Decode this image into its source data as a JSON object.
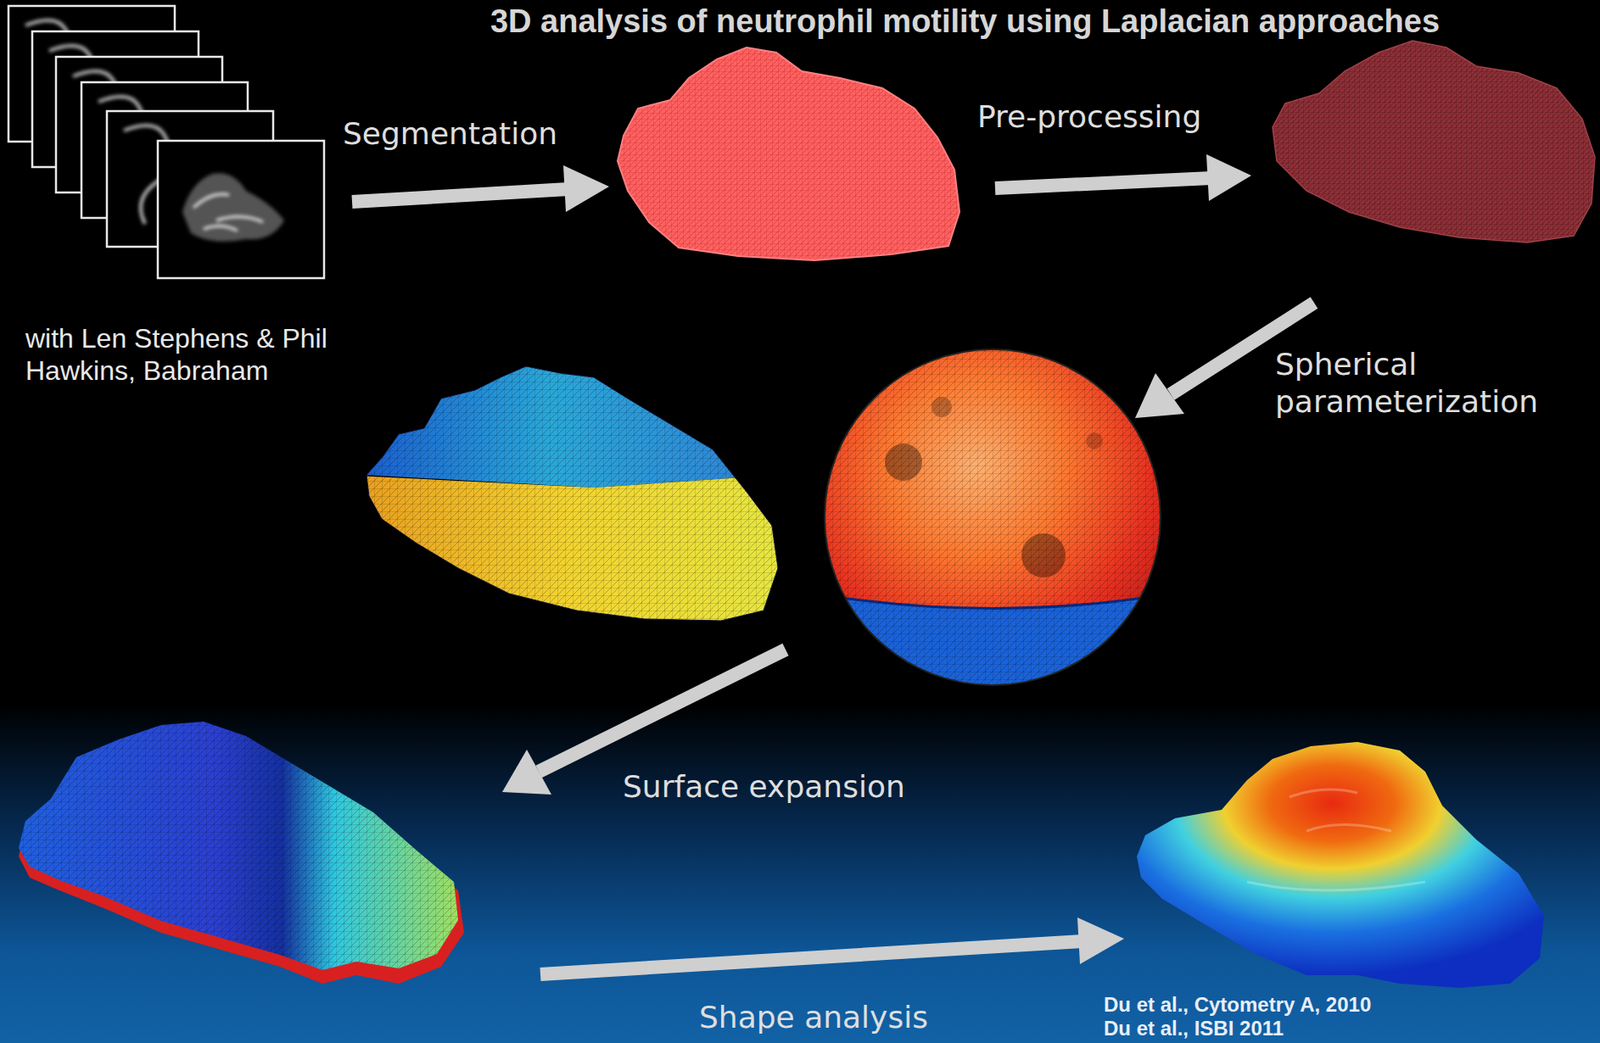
{
  "diagram": {
    "title": "3D analysis of neutrophil motility using Laplacian approaches",
    "labels": [
      "Segmentation",
      "Pre-processing",
      "with Len Stephens & Phil Hawkins, Babraham",
      "Spherical parameterization",
      "Surface expansion",
      "Shape analysis",
      "Du et al., Cytometry A, 2010",
      "Du et al., ISBI 2011"
    ]
  }
}
